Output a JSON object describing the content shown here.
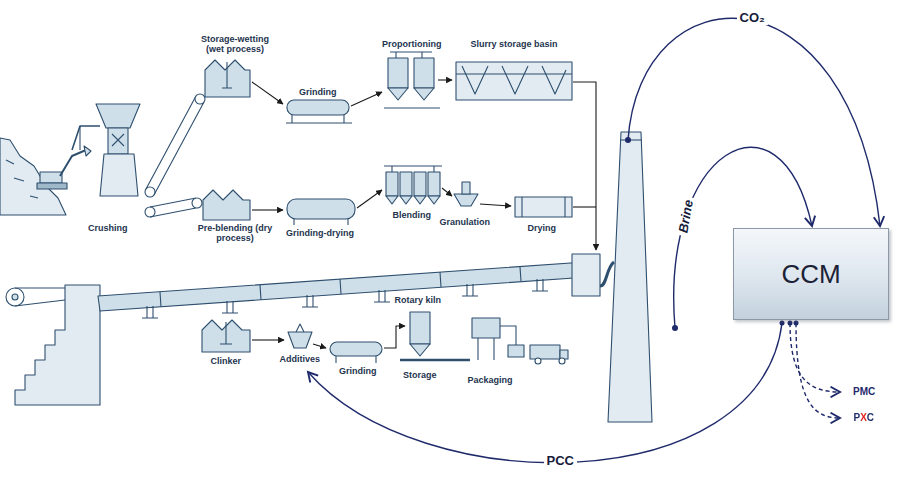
{
  "diagram": {
    "nodes": [
      {
        "text": [
          "CCM"
        ]
      }
    ],
    "labels": [
      "Crushing",
      "Storage-wetting (wet process)",
      "Grinding",
      "Proportioning",
      "Slurry storage basin",
      "Pre-blending (dry process)",
      "Grinding-drying",
      "Blending",
      "Granulation",
      "Drying",
      "Rotary kiln",
      "Clinker",
      "Additives",
      "Grinding",
      "Storage",
      "Packaging",
      "CO₂",
      "Brine",
      "PCC",
      "PMC",
      "PXC"
    ]
  }
}
